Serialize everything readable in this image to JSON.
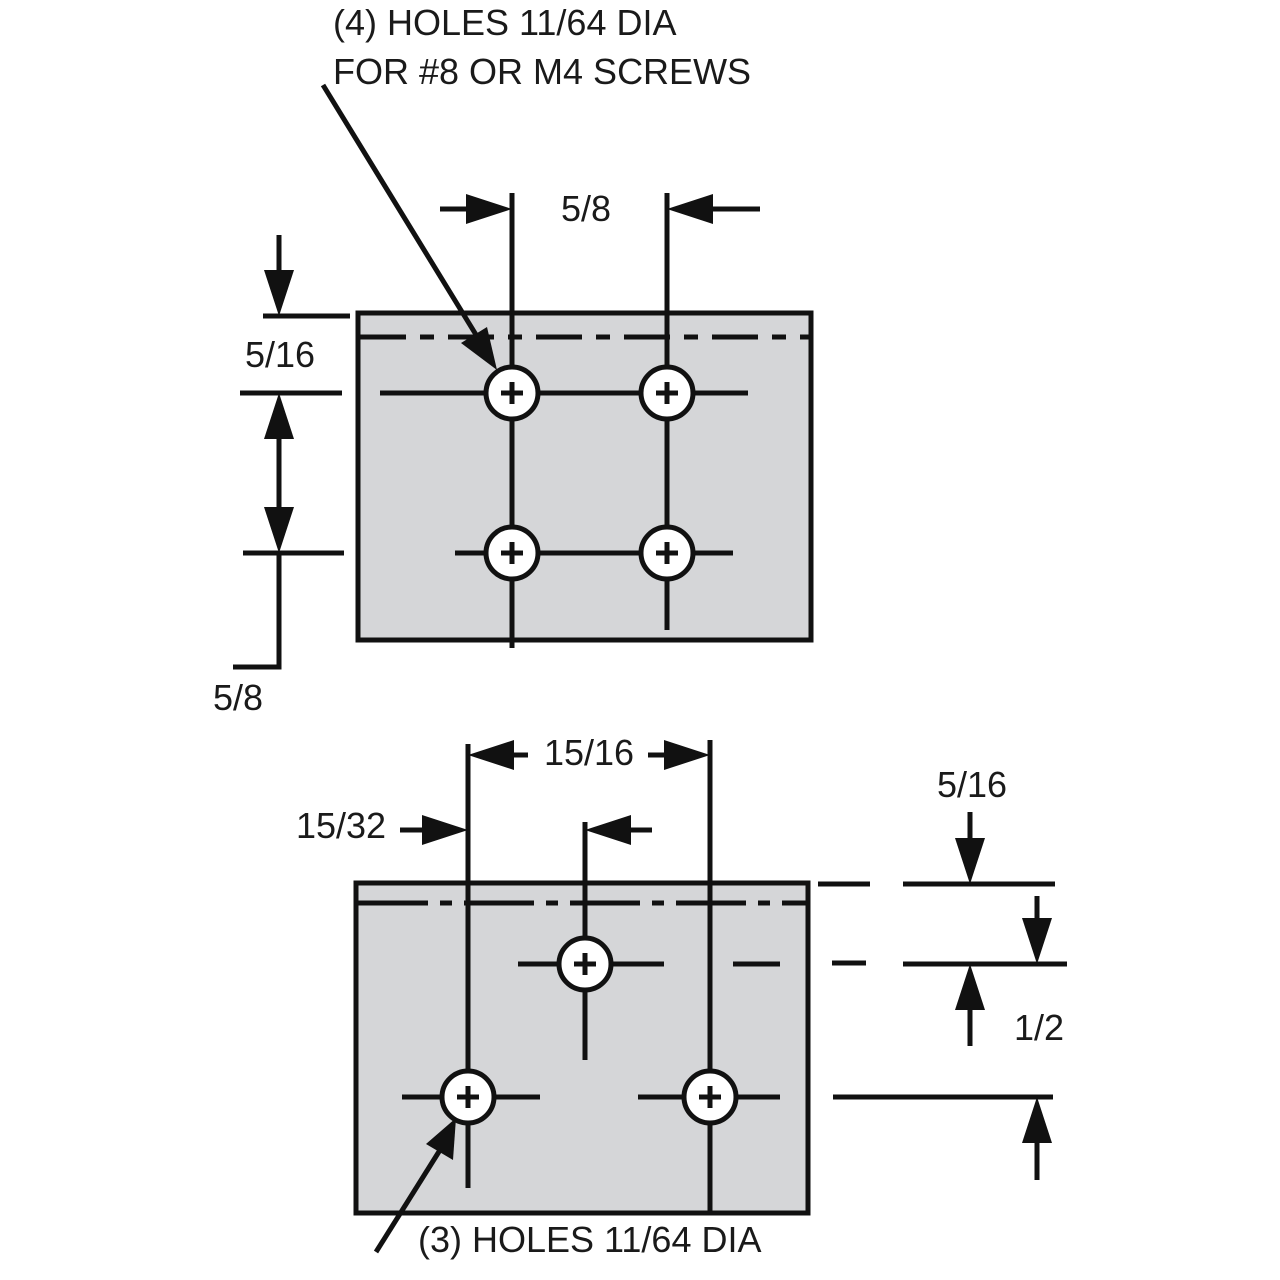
{
  "colors": {
    "plate_fill": "#d5d6d8",
    "line": "#111111",
    "hole_fill": "#ffffff"
  },
  "top_view": {
    "callout_line1": "(4) HOLES 11/64 DIA",
    "callout_line2": "FOR #8 OR M4 SCREWS",
    "dim_horizontal": "5/8",
    "dim_top_edge": "5/16",
    "dim_vertical": "5/8",
    "hole_count": 4
  },
  "bottom_view": {
    "dim_hole_span": "15/16",
    "dim_offset": "15/32",
    "dim_top_edge": "5/16",
    "dim_vertical": "1/2",
    "callout": "(3) HOLES 11/64 DIA",
    "hole_count": 3
  }
}
